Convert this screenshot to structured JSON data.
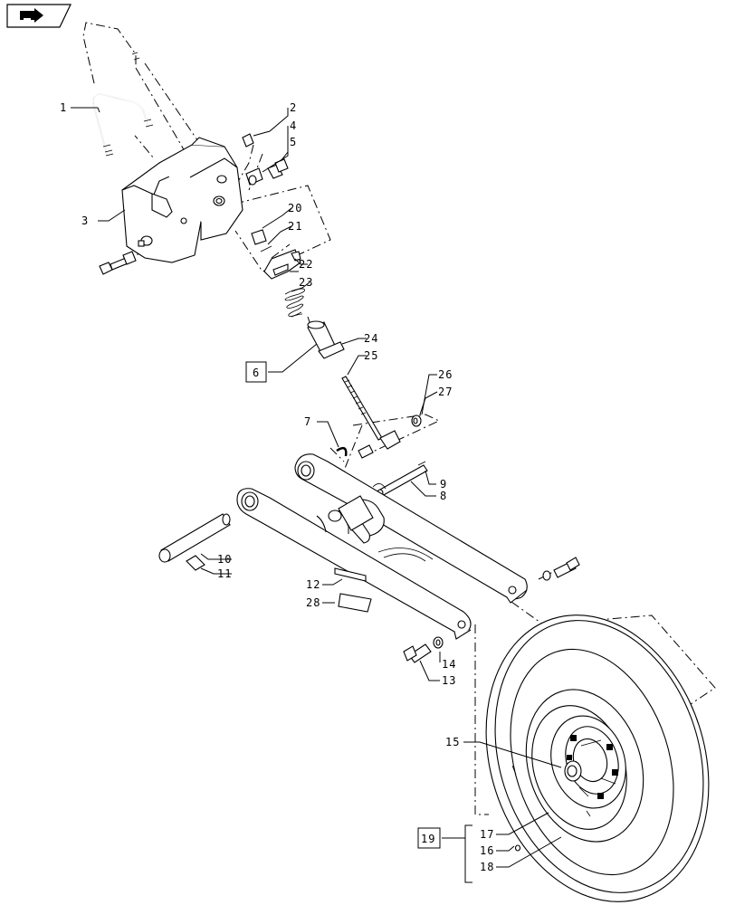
{
  "diagram": {
    "nav_icon": "back-arrow-icon",
    "callouts": [
      "1",
      "2",
      "3",
      "4",
      "5",
      "6",
      "7",
      "8",
      "9",
      "10",
      "11",
      "12",
      "13",
      "14",
      "15",
      "16",
      "17",
      "18",
      "19",
      "20",
      "21",
      "22",
      "23",
      "24",
      "25",
      "26",
      "27",
      "28"
    ]
  }
}
